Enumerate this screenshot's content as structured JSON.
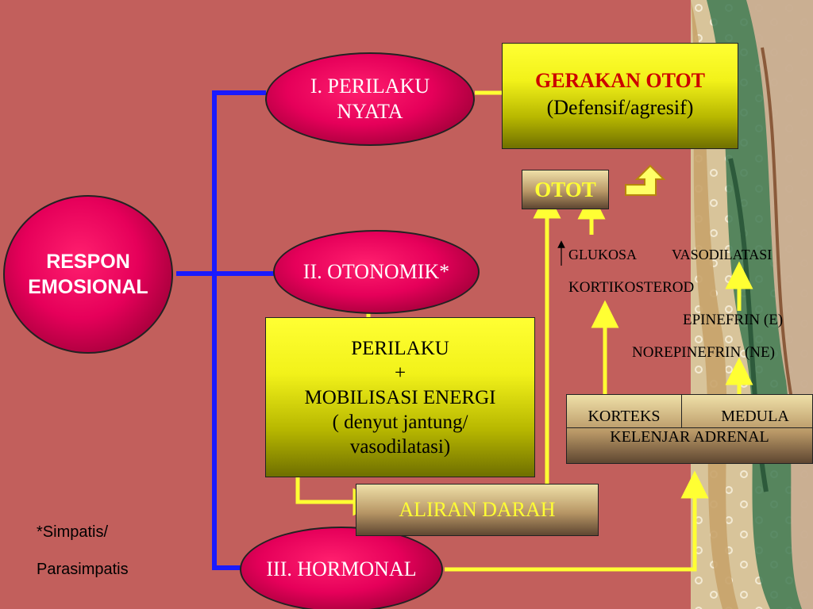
{
  "nodes": {
    "respon": "RESPON EMOSIONAL",
    "perilaku_nyata": "I. PERILAKU NYATA",
    "otonomik": "II. OTONOMIK*",
    "hormonal": "III. HORMONAL",
    "gerakan_title": "GERAKAN OTOT",
    "gerakan_sub": "(Defensif/agresif)",
    "otot": "OTOT",
    "perilaku_box": {
      "line1": "PERILAKU",
      "line2": "+",
      "line3": "MOBILISASI ENERGI",
      "line4": "( denyut jantung/",
      "line5": "vasodilatasi)"
    },
    "aliran_darah": "ALIRAN DARAH",
    "adrenal": {
      "korteks": "KORTEKS",
      "medula": "MEDULA",
      "kelenjar": "KELENJAR ADRENAL"
    }
  },
  "labels": {
    "glukosa": "GLUKOSA",
    "vasodilatasi": "VASODILATASI",
    "kortikosterod": "KORTIKOSTEROD",
    "epinefrin": "EPINEFRIN (E)",
    "norepinefrin": "NOREPINEFRIN (NE)"
  },
  "footnote": {
    "line1": "*Simpatis/",
    "line2": "Parasimpatis"
  },
  "colors": {
    "background": "#c25f5c",
    "connector_blue": "#1a1aff",
    "arrow_yellow": "#ffff33",
    "title_red": "#cc0000",
    "node_magenta": "#e6005a"
  }
}
